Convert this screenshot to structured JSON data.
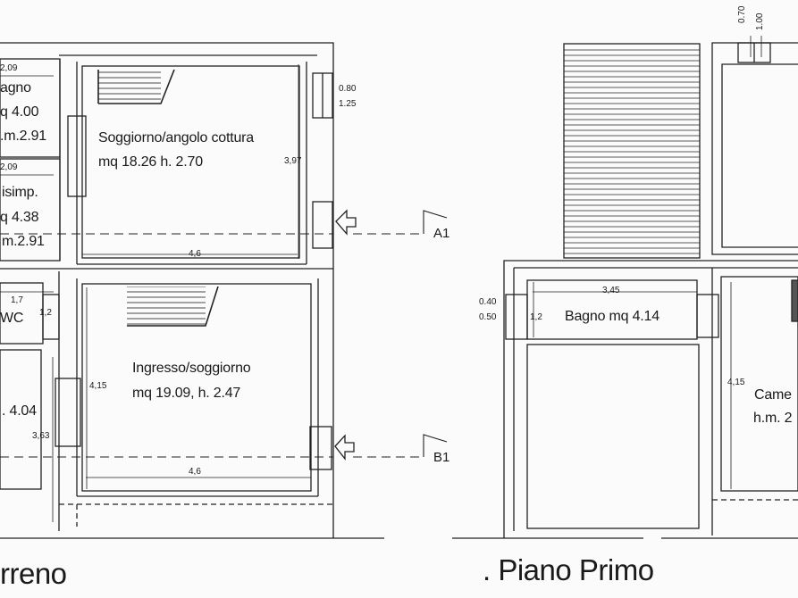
{
  "plan": {
    "ground_floor": {
      "title": "rreno",
      "rooms": {
        "bagno": [
          "agno",
          "q 4.00",
          ".m.2.91"
        ],
        "disimp": [
          "isimp.",
          "q 4.38",
          "m.2.91"
        ],
        "soggiorno": [
          "Soggiorno/angolo cottura",
          "mq 18.26 h. 2.70"
        ],
        "wc": "WC",
        "ingresso": [
          "Ingresso/soggiorno",
          "mq 19.09, h. 2.47"
        ],
        "left_room": ". 4.04"
      },
      "dims": {
        "d_209a": "2,09",
        "d_209b": "2,09",
        "d_080": "0.80",
        "d_125": "1.25",
        "d_397": "3,97",
        "d_46a": "4,6",
        "d_17": "1,7",
        "d_12": "1,2",
        "d_415": "4,15",
        "d_363": "3,63",
        "d_46b": "4,6"
      },
      "sections": {
        "a1": "A1",
        "b1": "B1"
      }
    },
    "first_floor": {
      "title": ". Piano Primo",
      "rooms": {
        "bagno": "Bagno mq 4.14",
        "camera": [
          "Came",
          "h.m. 2"
        ]
      },
      "dims": {
        "d_070": "0.70",
        "d_100": "1.00",
        "d_040": "0.40",
        "d_050": "0.50",
        "d_12": "1,2",
        "d_345": "3,45",
        "d_415": "4,15"
      }
    }
  }
}
